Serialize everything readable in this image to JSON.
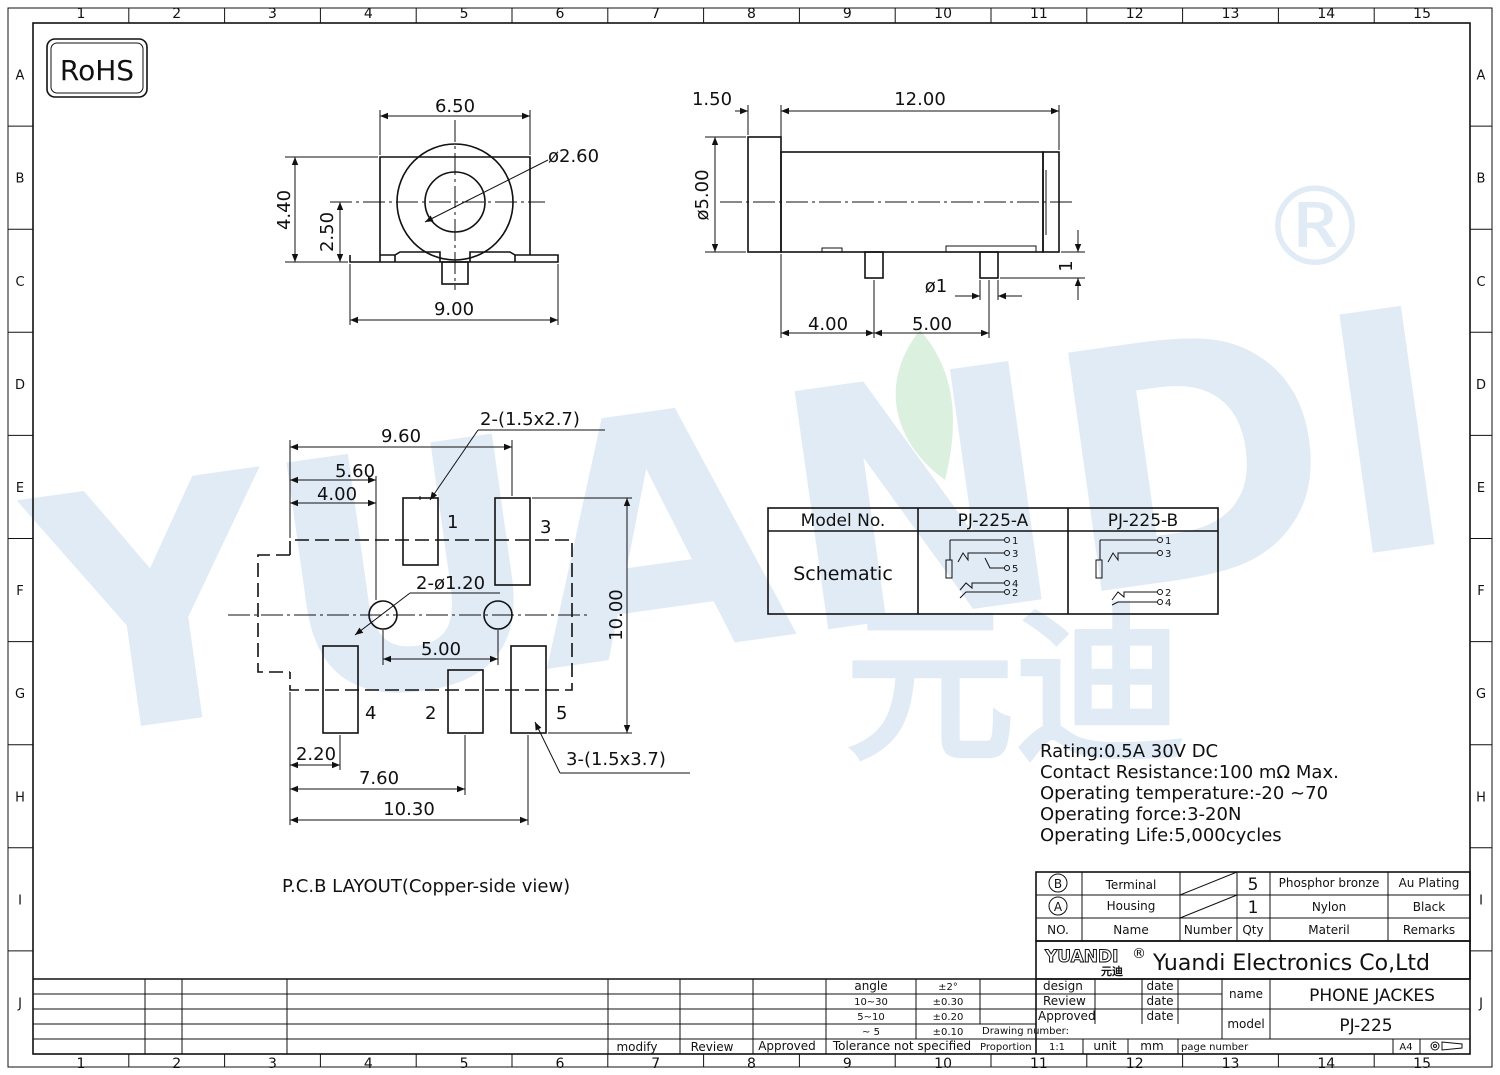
{
  "border": {
    "cols": [
      "1",
      "2",
      "3",
      "4",
      "5",
      "6",
      "7",
      "8",
      "9",
      "10",
      "11",
      "12",
      "13",
      "14",
      "15"
    ],
    "rows": [
      "A",
      "B",
      "C",
      "D",
      "E",
      "F",
      "G",
      "H",
      "I",
      "J"
    ]
  },
  "rohs": "RoHS",
  "watermark": {
    "brand": "YUANDI",
    "registered": "®",
    "cn": "元迪"
  },
  "front_view": {
    "width": "6.50",
    "bore": "ø2.60",
    "height": "4.40",
    "center": "2.50",
    "base": "9.00"
  },
  "side_view": {
    "flange": "1.50",
    "length": "12.00",
    "diameter": "ø5.00",
    "pin_height": "1",
    "pin_dia": "ø1",
    "pin_off1": "4.00",
    "pin_off2": "5.00"
  },
  "pcb": {
    "d960": "9.60",
    "d560": "5.60",
    "d400": "4.00",
    "pads_top": "2-(1.5x2.7)",
    "holes": "2-ø1.20",
    "d500": "5.00",
    "d1000": "10.00",
    "d220": "2.20",
    "d760": "7.60",
    "d1030": "10.30",
    "pads_bottom": "3-(1.5x3.7)",
    "pin1": "1",
    "pin3": "3",
    "pin4": "4",
    "pin2": "2",
    "pin5": "5",
    "caption": "P.C.B LAYOUT(Copper-side view)"
  },
  "model_table": {
    "h_model": "Model No.",
    "h_a": "PJ-225-A",
    "h_b": "PJ-225-B",
    "row_label": "Schematic",
    "a_pins": [
      "1",
      "3",
      "5",
      "4",
      "2"
    ],
    "b_pins": [
      "1",
      "3",
      "2",
      "4"
    ]
  },
  "specs": [
    "Rating:0.5A 30V DC",
    "Contact Resistance:100 mΩ Max.",
    "Operating temperature:-20 ~70",
    "Operating force:3-20N",
    "Operating Life:5,000cycles"
  ],
  "bom": {
    "rows": [
      {
        "no": "B",
        "name": "Terminal",
        "qty": "5",
        "material": "Phosphor bronze",
        "remarks": "Au Plating"
      },
      {
        "no": "A",
        "name": "Housing",
        "qty": "1",
        "material": "Nylon",
        "remarks": "Black"
      }
    ],
    "header": {
      "no": "NO.",
      "name": "Name",
      "number": "Number",
      "qty": "Qty",
      "material": "Materil",
      "remarks": "Remarks"
    }
  },
  "company": {
    "logo": "YUANDI",
    "logo_cn": "元迪",
    "reg": "®",
    "name": "Yuandi Electronics Co,Ltd"
  },
  "title_block": {
    "design": "design",
    "review": "Review",
    "approved": "Approved",
    "date": "date",
    "name_label": "name",
    "name_value": "PHONE JACKES",
    "model_label": "model",
    "model_value": "PJ-225",
    "drawing_number": "Drawing number:",
    "proportion": "Proportion",
    "scale": "1:1",
    "unit": "unit",
    "unit_value": "mm",
    "page_number": "page number",
    "size": "A4"
  },
  "tolerance": {
    "rows": [
      {
        "range": "angle",
        "tol": "±2°"
      },
      {
        "range": "10~30",
        "tol": "±0.30"
      },
      {
        "range": "5~10",
        "tol": "±0.20"
      },
      {
        "range": "~ 5",
        "tol": "±0.10"
      }
    ],
    "footer": "Tolerance not specified"
  },
  "revision": {
    "modify": "modify",
    "review": "Review",
    "approved": "Approved"
  }
}
